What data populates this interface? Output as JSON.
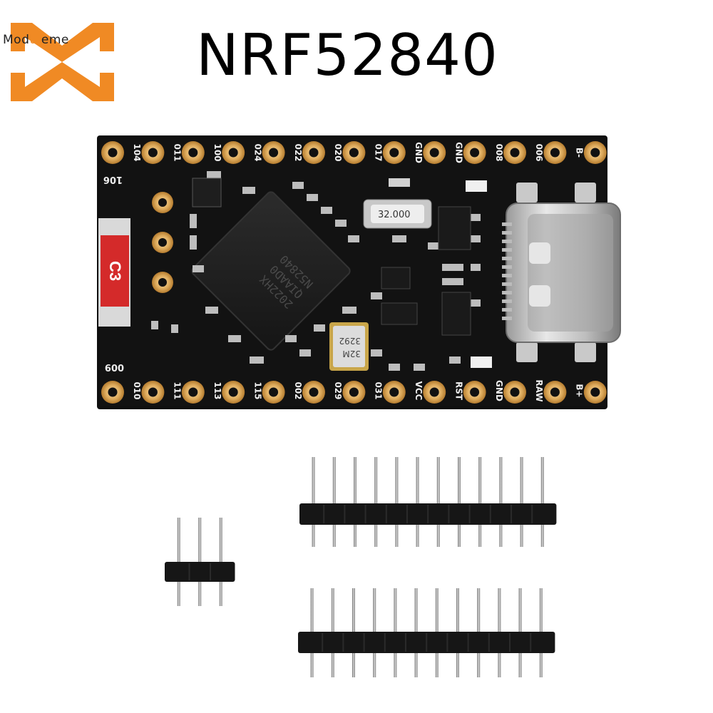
{
  "brand": {
    "name_prefix": "Mod",
    "name_accent": "ul",
    "name_suffix": "eme",
    "primary_color": "#f08a24"
  },
  "title": "NRF52840",
  "board": {
    "top_pin_labels": [
      "104",
      "011",
      "100",
      "024",
      "022",
      "020",
      "017",
      "GND",
      "GND",
      "008",
      "006",
      "B-"
    ],
    "bottom_pin_labels": [
      "010",
      "111",
      "113",
      "115",
      "002",
      "029",
      "031",
      "VCC",
      "RST",
      "GND",
      "RAW",
      "B+"
    ],
    "side_label_top": "106",
    "side_label_bottom": "009",
    "battery_label": "C3",
    "crystal_label": "32.000",
    "chip_label_lines": [
      "N52840",
      "QIAAD0",
      "2022HX"
    ],
    "osc_label_lines": [
      "32M",
      "3292"
    ]
  },
  "headers": {
    "short_pin_count": 3,
    "long_pin_counts": [
      12,
      12
    ]
  }
}
